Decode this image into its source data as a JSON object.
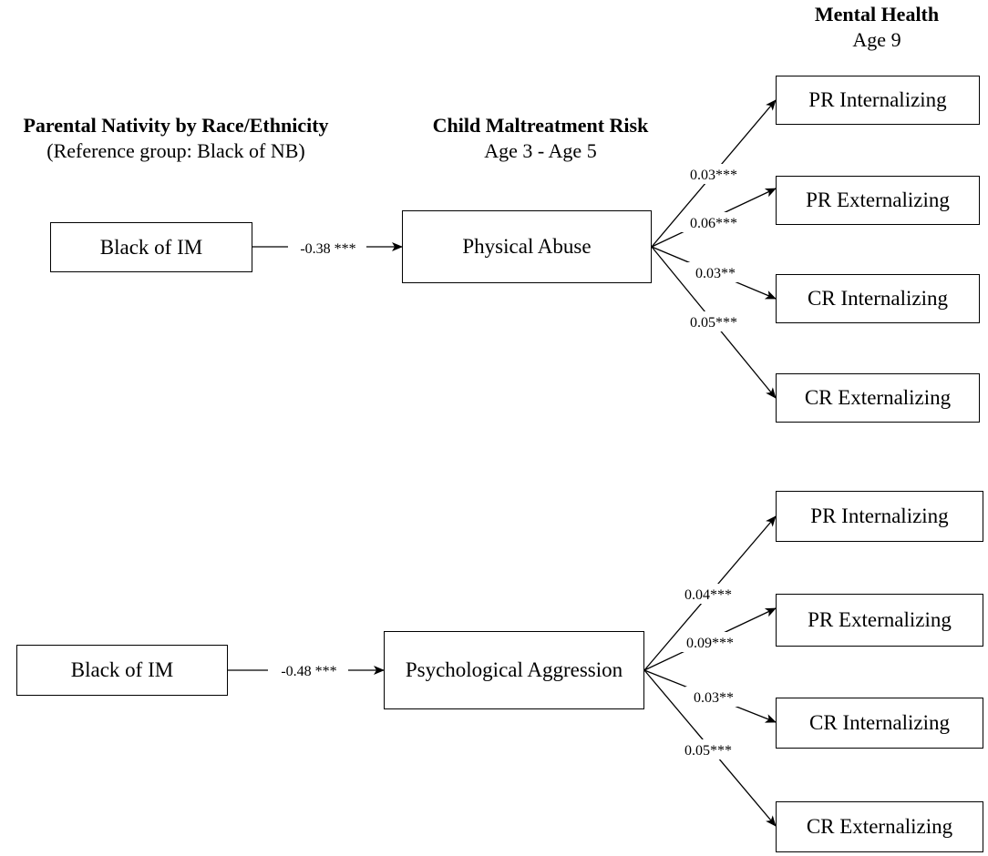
{
  "headers": {
    "mental_health": {
      "title": "Mental Health",
      "subtitle": "Age 9"
    },
    "parental": {
      "title": "Parental Nativity by Race/Ethnicity",
      "subtitle": "(Reference group: Black of NB)"
    },
    "maltreatment": {
      "title": "Child Maltreatment Risk",
      "subtitle": "Age 3 - Age 5"
    }
  },
  "panels": [
    {
      "predictor": "Black of IM",
      "mediator": "Physical Abuse",
      "path_label": "-0.38 ***",
      "outcomes": [
        {
          "label": "PR Internalizing",
          "coef": "0.03***"
        },
        {
          "label": "PR Externalizing",
          "coef": "0.06***"
        },
        {
          "label": "CR Internalizing",
          "coef": "0.03**"
        },
        {
          "label": "CR Externalizing",
          "coef": "0.05***"
        }
      ]
    },
    {
      "predictor": "Black of IM",
      "mediator": "Psychological Aggression",
      "path_label": "-0.48 ***",
      "outcomes": [
        {
          "label": "PR Internalizing",
          "coef": "0.04***"
        },
        {
          "label": "PR Externalizing",
          "coef": "0.09***"
        },
        {
          "label": "CR Internalizing",
          "coef": "0.03**"
        },
        {
          "label": "CR Externalizing",
          "coef": "0.05***"
        }
      ]
    }
  ]
}
